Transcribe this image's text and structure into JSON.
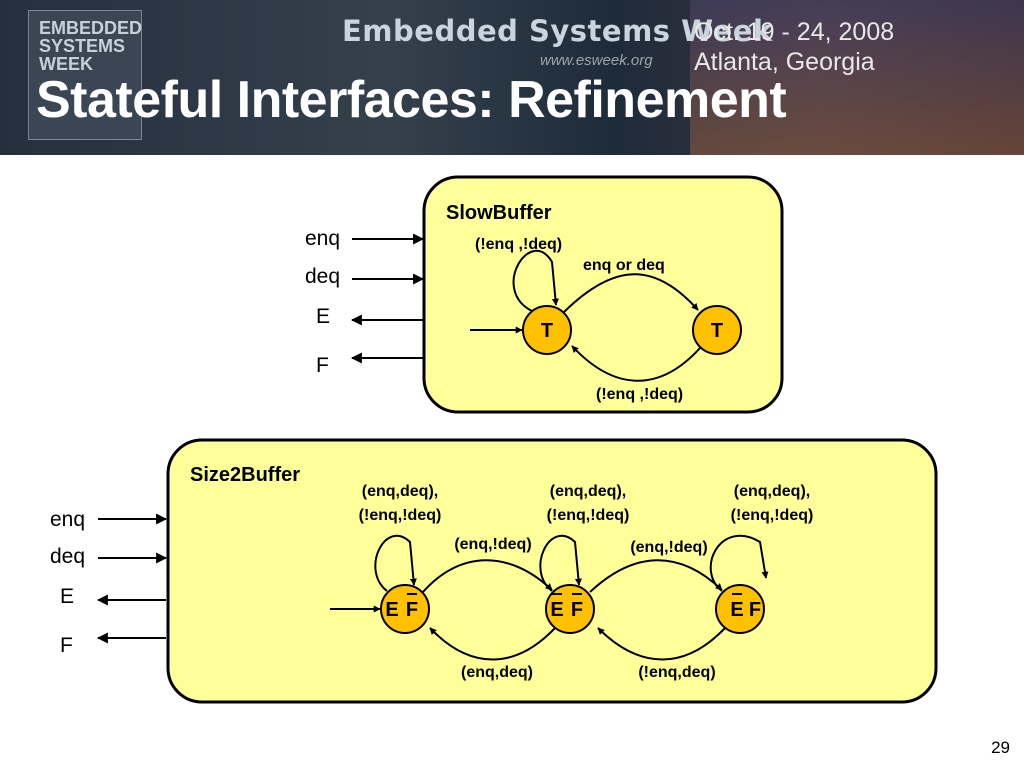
{
  "banner": {
    "logo_lines": [
      "EMBEDDED",
      "SYSTEMS",
      "WEEK"
    ],
    "event_name": "Embedded Systems Week",
    "url": "www.esweek.org",
    "dates": "Oct. 19 - 24, 2008",
    "location": "Atlanta, Georgia"
  },
  "slide": {
    "title": "Stateful Interfaces: Refinement",
    "page_number": "29"
  },
  "slow_buffer": {
    "name": "SlowBuffer",
    "ports": [
      "enq",
      "deq",
      "E",
      "F"
    ],
    "states": [
      "T",
      "T"
    ],
    "self_loop_label": "(!enq ,!deq)",
    "forward_label": "enq  or deq",
    "back_label": "(!enq ,!deq)"
  },
  "size2_buffer": {
    "name": "Size2Buffer",
    "ports": [
      "enq",
      "deq",
      "E",
      "F"
    ],
    "states": [
      {
        "E": "E",
        "F": "F",
        "e_bar": false,
        "f_bar": true
      },
      {
        "E": "E",
        "F": "F",
        "e_bar": true,
        "f_bar": true
      },
      {
        "E": "E",
        "F": "F",
        "e_bar": true,
        "f_bar": false
      }
    ],
    "self_loop_labels": [
      [
        "(enq,deq),",
        "(!enq,!deq)"
      ],
      [
        "(enq,deq),",
        "(!enq,!deq)"
      ],
      [
        "(enq,deq),",
        "(!enq,!deq)"
      ]
    ],
    "forward_labels": [
      "(enq,!deq)",
      "(enq,!deq)"
    ],
    "back_labels": [
      "(enq,deq)",
      "(!enq,deq)"
    ]
  }
}
